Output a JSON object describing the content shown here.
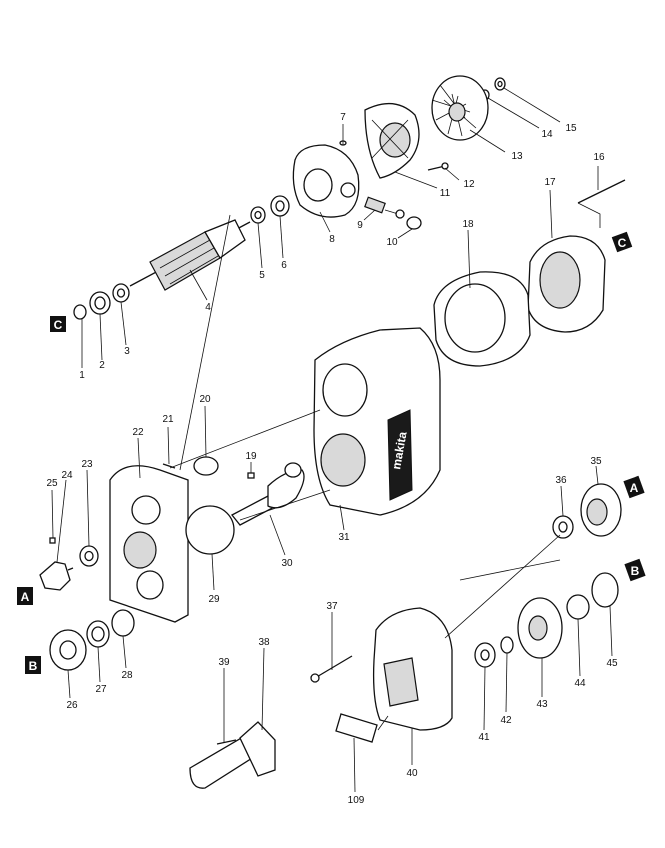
{
  "parts": [
    {
      "id": "p1",
      "label": "1"
    },
    {
      "id": "p2",
      "label": "2"
    },
    {
      "id": "p3",
      "label": "3"
    },
    {
      "id": "p4",
      "label": "4"
    },
    {
      "id": "p5",
      "label": "5"
    },
    {
      "id": "p6",
      "label": "6"
    },
    {
      "id": "p7",
      "label": "7"
    },
    {
      "id": "p8",
      "label": "8"
    },
    {
      "id": "p9",
      "label": "9"
    },
    {
      "id": "p10",
      "label": "10"
    },
    {
      "id": "p11",
      "label": "11"
    },
    {
      "id": "p12",
      "label": "12"
    },
    {
      "id": "p13",
      "label": "13"
    },
    {
      "id": "p14",
      "label": "14"
    },
    {
      "id": "p15",
      "label": "15"
    },
    {
      "id": "p16",
      "label": "16"
    },
    {
      "id": "p17",
      "label": "17"
    },
    {
      "id": "p18",
      "label": "18"
    },
    {
      "id": "p19",
      "label": "19"
    },
    {
      "id": "p20",
      "label": "20"
    },
    {
      "id": "p21",
      "label": "21"
    },
    {
      "id": "p22",
      "label": "22"
    },
    {
      "id": "p23",
      "label": "23"
    },
    {
      "id": "p24",
      "label": "24"
    },
    {
      "id": "p25",
      "label": "25"
    },
    {
      "id": "p26",
      "label": "26"
    },
    {
      "id": "p27",
      "label": "27"
    },
    {
      "id": "p28",
      "label": "28"
    },
    {
      "id": "p29",
      "label": "29"
    },
    {
      "id": "p30",
      "label": "30"
    },
    {
      "id": "p31",
      "label": "31"
    },
    {
      "id": "p35",
      "label": "35"
    },
    {
      "id": "p36",
      "label": "36"
    },
    {
      "id": "p37",
      "label": "37"
    },
    {
      "id": "p38",
      "label": "38"
    },
    {
      "id": "p39",
      "label": "39"
    },
    {
      "id": "p40",
      "label": "40"
    },
    {
      "id": "p41",
      "label": "41"
    },
    {
      "id": "p42",
      "label": "42"
    },
    {
      "id": "p43",
      "label": "43"
    },
    {
      "id": "p44",
      "label": "44"
    },
    {
      "id": "p45",
      "label": "45"
    },
    {
      "id": "p109",
      "label": "109"
    }
  ],
  "markers": {
    "c_left": "C",
    "c_right": "C",
    "a_left": "A",
    "a_right": "A",
    "b_left": "B",
    "b_right": "B"
  },
  "housing_text": "makita"
}
